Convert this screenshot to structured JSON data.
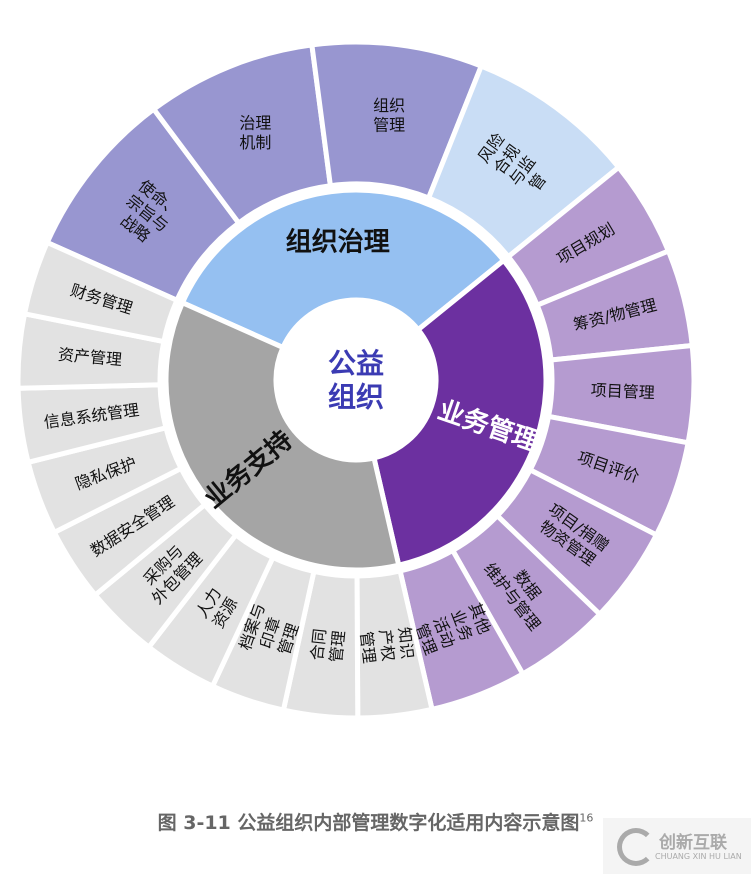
{
  "center": {
    "label_line1": "公益",
    "label_line2": "组织"
  },
  "colors": {
    "center_text": "#3b3bb3",
    "governance": "#95c0f1",
    "governance_child": "#9896d0",
    "risk_child": "#c9ddf5",
    "business_mgmt": "#6c30a0",
    "business_mgmt_child": "#b59bd0",
    "business_support": "#a5a5a5",
    "business_support_child": "#e2e2e2"
  },
  "groups": [
    {
      "label": "组织治理",
      "color": "#95c0f1",
      "text_color": "#111",
      "start": -66,
      "end": 51,
      "children": [
        {
          "label": [
            "使命、",
            "宗旨与",
            "战略"
          ],
          "color": "#9896d0"
        },
        {
          "label": [
            "治理",
            "机制"
          ],
          "color": "#9896d0"
        },
        {
          "label": [
            "组织",
            "管理"
          ],
          "color": "#9896d0"
        },
        {
          "label": [
            "风险",
            "合规",
            "与监",
            "管"
          ],
          "color": "#c9ddf5"
        }
      ]
    },
    {
      "label": "业务管理",
      "color": "#6c30a0",
      "text_color": "#fff",
      "start": 51,
      "end": 167,
      "children": [
        {
          "label": [
            "项目规划"
          ],
          "color": "#b59bd0"
        },
        {
          "label": [
            "筹资/物管理"
          ],
          "color": "#b59bd0"
        },
        {
          "label": [
            "项目管理"
          ],
          "color": "#b59bd0"
        },
        {
          "label": [
            "项目评价"
          ],
          "color": "#b59bd0"
        },
        {
          "label": [
            "项目/捐赠",
            "物资管理"
          ],
          "color": "#b59bd0"
        },
        {
          "label": [
            "数据",
            "维护与管理"
          ],
          "color": "#b59bd0"
        },
        {
          "label": [
            "其他",
            "业务",
            "活动",
            "管理"
          ],
          "color": "#b59bd0"
        }
      ]
    },
    {
      "label": "业务支持",
      "color": "#a5a5a5",
      "text_color": "#111",
      "start": 167,
      "end": 294,
      "children": [
        {
          "label": [
            "知识",
            "产权",
            "管理"
          ],
          "color": "#e2e2e2"
        },
        {
          "label": [
            "合同",
            "管理"
          ],
          "color": "#e2e2e2"
        },
        {
          "label": [
            "档案与",
            "印章",
            "管理"
          ],
          "color": "#e2e2e2"
        },
        {
          "label": [
            "人力",
            "资源"
          ],
          "color": "#e2e2e2"
        },
        {
          "label": [
            "采购与",
            "外包管理"
          ],
          "color": "#e2e2e2"
        },
        {
          "label": [
            "数据安全管理"
          ],
          "color": "#e2e2e2"
        },
        {
          "label": [
            "隐私保护"
          ],
          "color": "#e2e2e2"
        },
        {
          "label": [
            "信息系统管理"
          ],
          "color": "#e2e2e2"
        },
        {
          "label": [
            "资产管理"
          ],
          "color": "#e2e2e2"
        },
        {
          "label": [
            "财务管理"
          ],
          "color": "#e2e2e2"
        }
      ]
    }
  ],
  "caption": {
    "text": "图 3-11 公益组织内部管理数字化适用内容示意图",
    "superscript": "16"
  },
  "watermark": {
    "name": "创新互联",
    "sub": "CHUANG XIN HU LIAN"
  }
}
